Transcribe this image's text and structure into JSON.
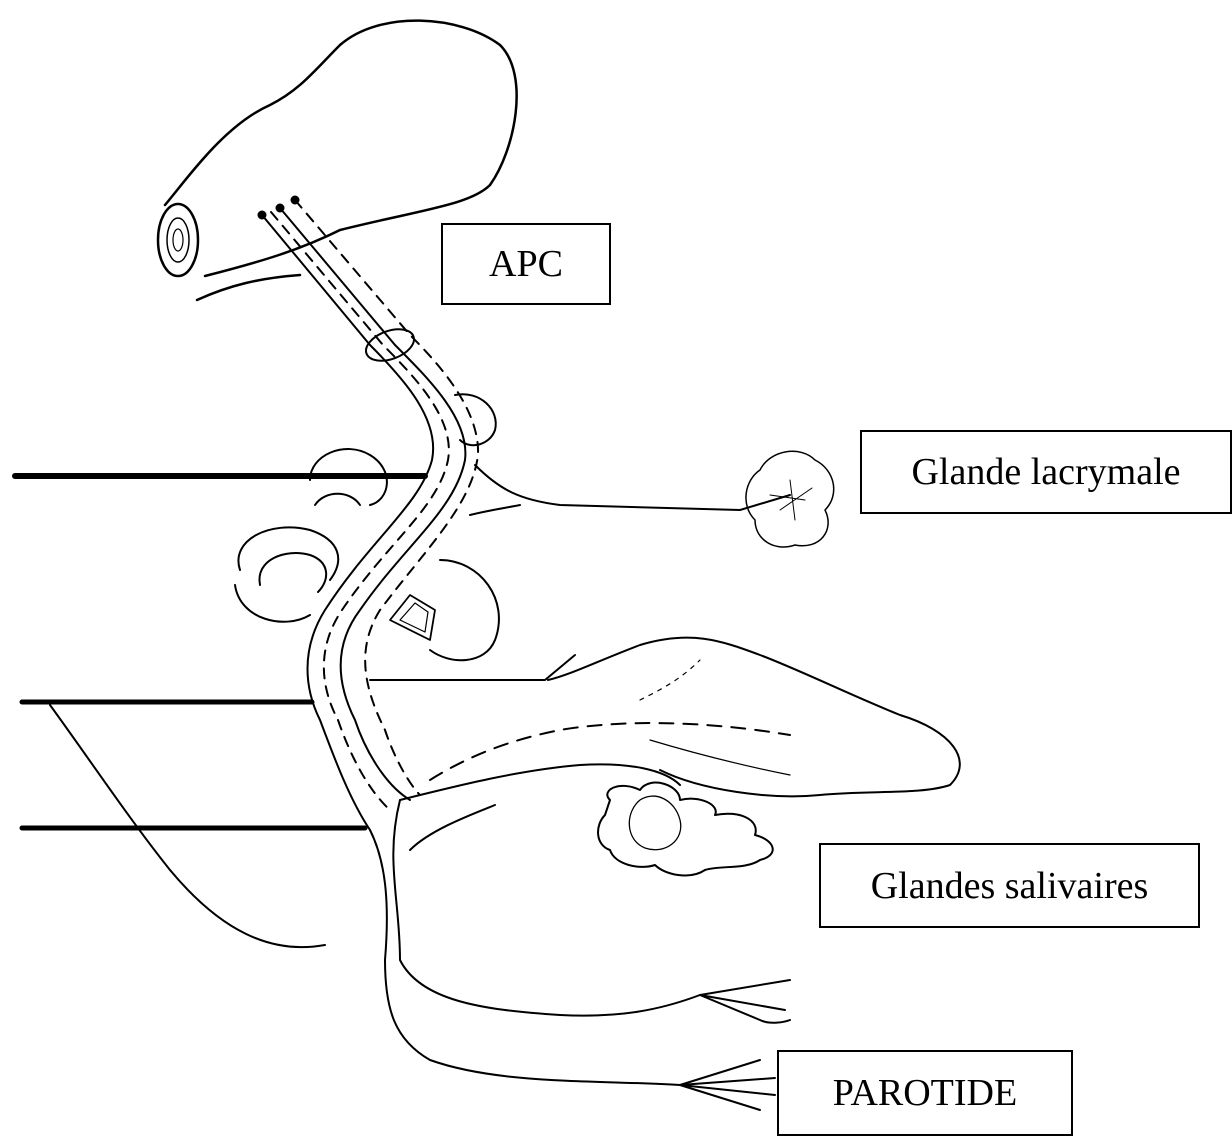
{
  "labels": {
    "apc": "APC",
    "glande_lacrymale": "Glande lacrymale",
    "glandes_salivaires": "Glandes salivaires",
    "parotide": "PAROTIDE"
  },
  "colors": {
    "line": "#000000",
    "background": "#ffffff"
  }
}
